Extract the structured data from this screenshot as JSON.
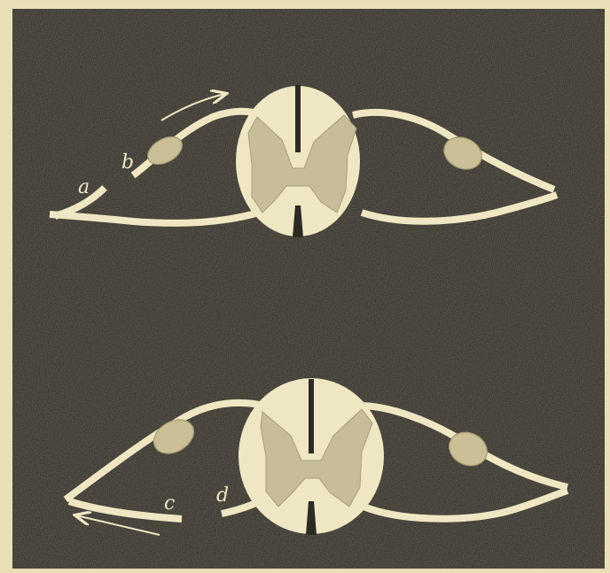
{
  "figure": {
    "labels": {
      "a": "a",
      "b": "b",
      "c": "c",
      "d": "d"
    },
    "colors": {
      "paper": "#e9dfb7",
      "background": "#2d2a24",
      "nerve": "#efe6c3",
      "gray_matter": "#c7bd9a",
      "ganglion": "#cbbf95"
    }
  }
}
